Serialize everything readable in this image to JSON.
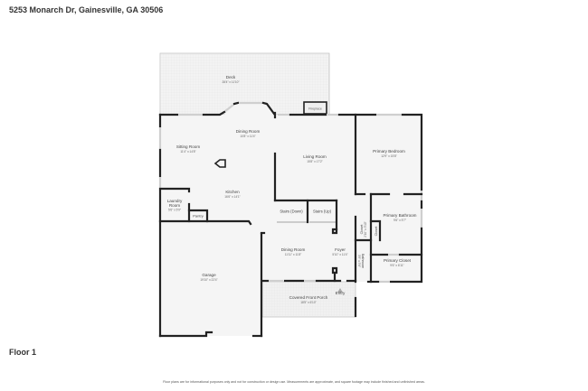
{
  "header": {
    "title": "5253 Monarch Dr, Gainesville, GA 30506"
  },
  "floor": {
    "label": "Floor 1"
  },
  "disclaimer": "Floor plans are for informational purposes only and not for construction or design use. Measurements are approximate, and square footage may include finished and unfinished areas.",
  "rooms": {
    "deck": {
      "name": "Deck",
      "dims": "28'4\" x 11'10\""
    },
    "fireplace": {
      "name": "Fireplace"
    },
    "dining_room_upper": {
      "name": "Dining Room",
      "dims": "10'8\" x 11'4\""
    },
    "sitting_room": {
      "name": "Sitting Room",
      "dims": "11'4\" x 14'8\""
    },
    "living_room": {
      "name": "Living Room",
      "dims": "15'8\" x 17'2\""
    },
    "primary_bedroom": {
      "name": "Primary Bedroom",
      "dims": "12'9\" x 15'8\""
    },
    "kitchen": {
      "name": "Kitchen",
      "dims": "16'6\" x 14'1\""
    },
    "laundry_room": {
      "name": "Laundry Room",
      "dims": "5'6\" x 5'9\""
    },
    "pantry": {
      "name": "Pantry"
    },
    "stairs_down": {
      "name": "Stairs (Down)"
    },
    "stairs_up": {
      "name": "Stairs (Up)"
    },
    "primary_bathroom": {
      "name": "Primary Bathroom",
      "dims": "9'6\" x 9'7\""
    },
    "closet_a": {
      "name": "Closet",
      "dims": "2'10\" x 5'10\""
    },
    "closet_b": {
      "name": "Closet"
    },
    "bathroom": {
      "name": "Bathroom",
      "dims": "3'9\" x 5'6\""
    },
    "primary_closet": {
      "name": "Primary Closet",
      "dims": "9'6\" x 6'11\""
    },
    "dining_room_lower": {
      "name": "Dining Room",
      "dims": "11'11\" x 11'8\""
    },
    "foyer": {
      "name": "Foyer",
      "dims": "5'10\" x 11'4\""
    },
    "garage": {
      "name": "Garage",
      "dims": "19'10\" x 22'4\""
    },
    "covered_front_porch": {
      "name": "Covered Front Porch",
      "dims": "18'5\" x 6'10\""
    },
    "entry": {
      "name": "Entry"
    }
  },
  "colors": {
    "wall": "#222222",
    "floor": "#f4f4f4",
    "outdoor": "#eeeeee",
    "window": "#cfcfcf"
  }
}
